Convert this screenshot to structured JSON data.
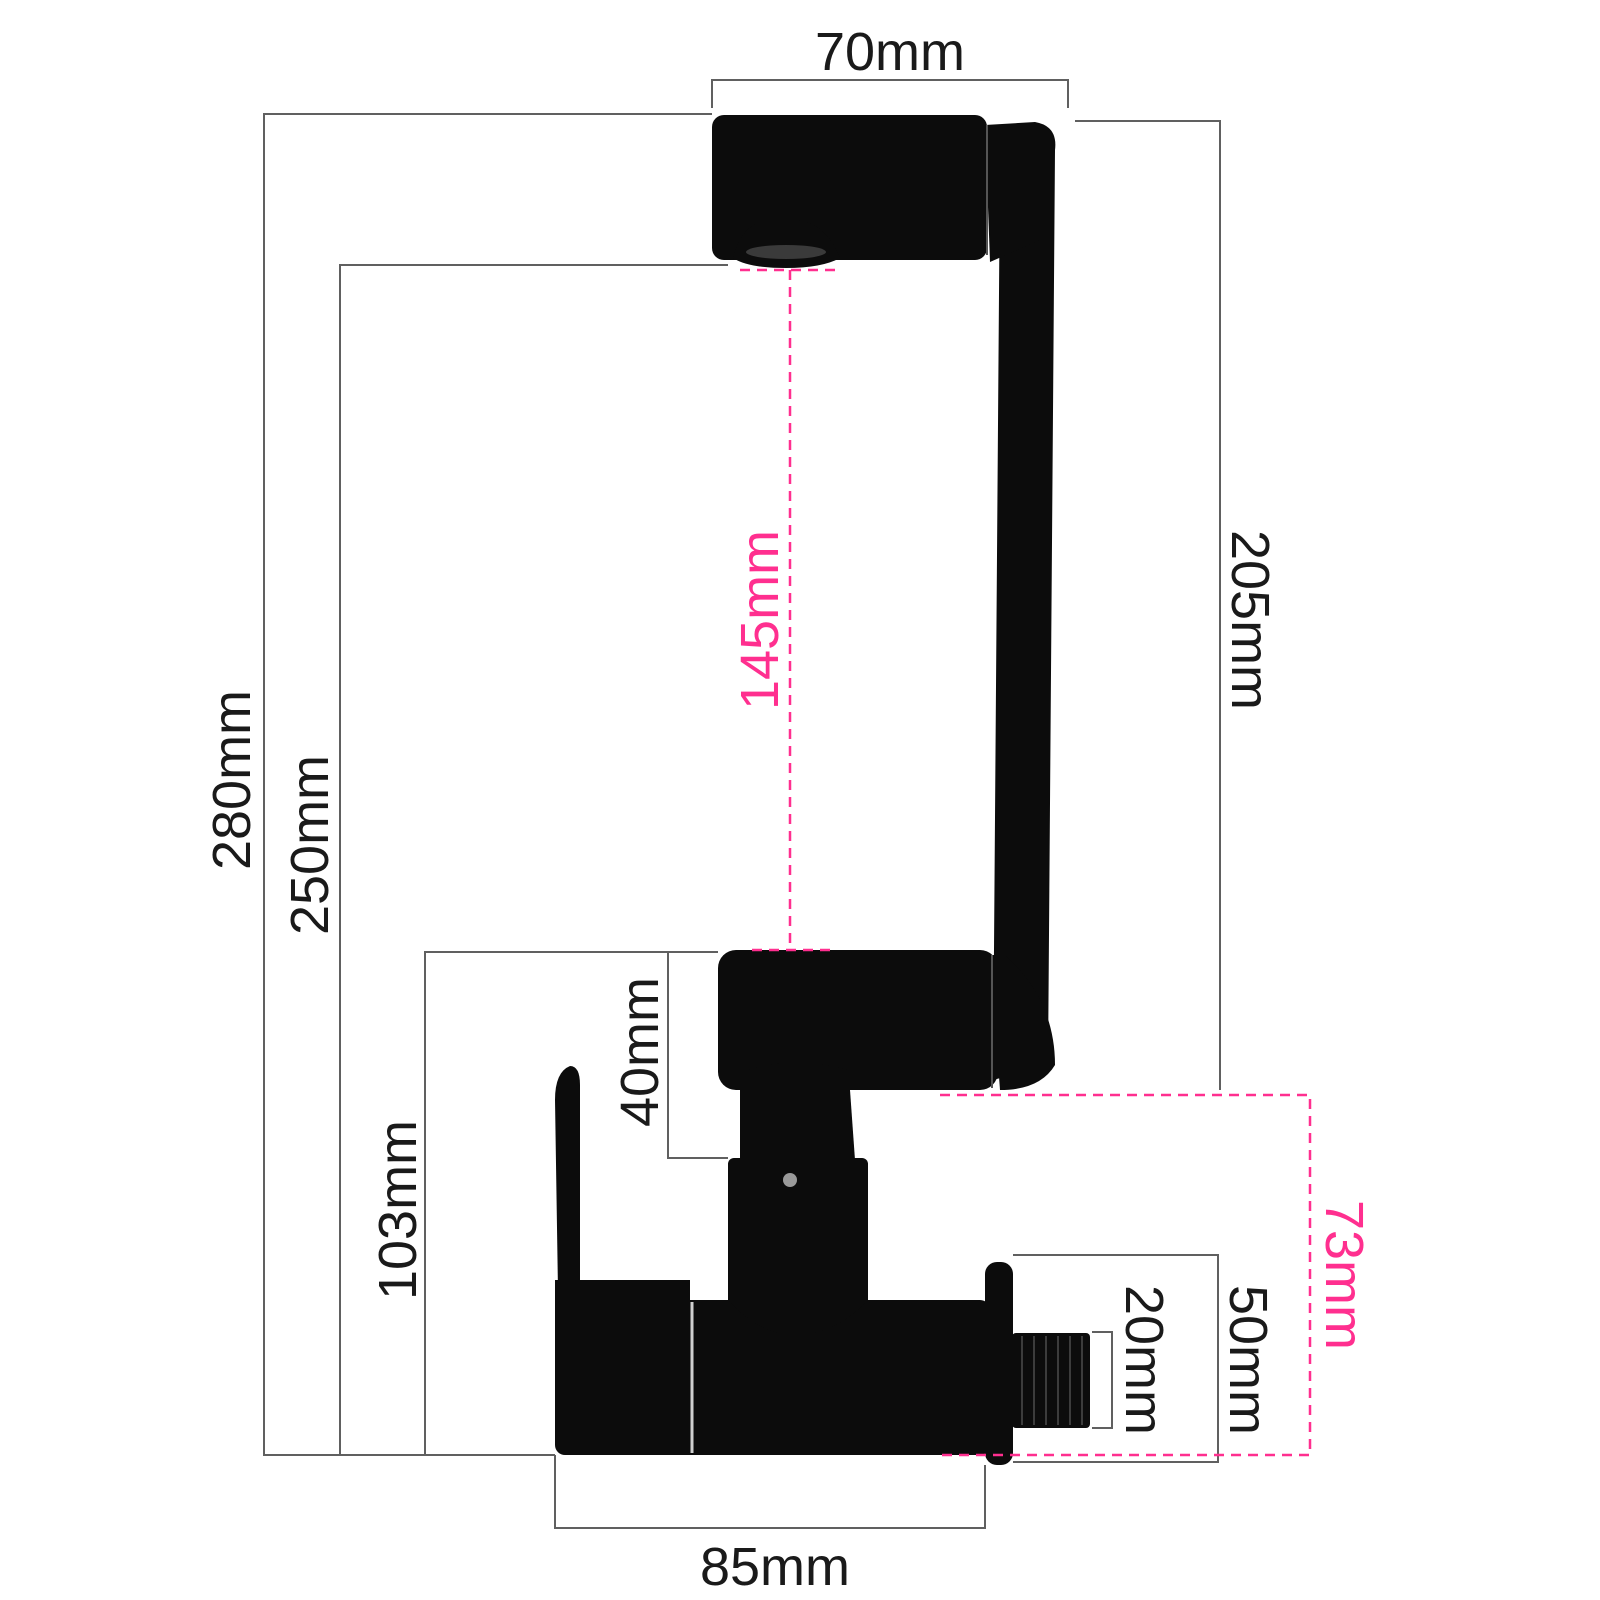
{
  "colors": {
    "faucet": "#0c0c0c",
    "dimension_line": "#606060",
    "highlight": "#ff2f8f",
    "text": "#1a1a1a"
  },
  "dimensions": {
    "spout_width": "70mm",
    "total_height": "280mm",
    "spout_height": "250mm",
    "column_height": "205mm",
    "outlet_clearance": "145mm",
    "swivel_height": "40mm",
    "body_height": "103mm",
    "outlet_offset": "73mm",
    "base_height": "50mm",
    "thread_length": "20mm",
    "base_width": "85mm"
  }
}
